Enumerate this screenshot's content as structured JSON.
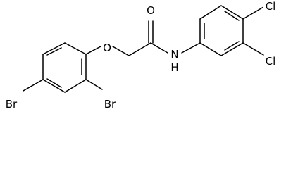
{
  "molecule": {
    "atoms": {
      "br_left": "Br",
      "br_ortho": "Br",
      "ether_o": "O",
      "carbonyl_o": "O",
      "amide_nh": "N\nH",
      "cl_para": "Cl",
      "cl_meta": "Cl"
    },
    "colors": {
      "bond": "#000000",
      "label": "#000000",
      "background": "#ffffff"
    }
  }
}
